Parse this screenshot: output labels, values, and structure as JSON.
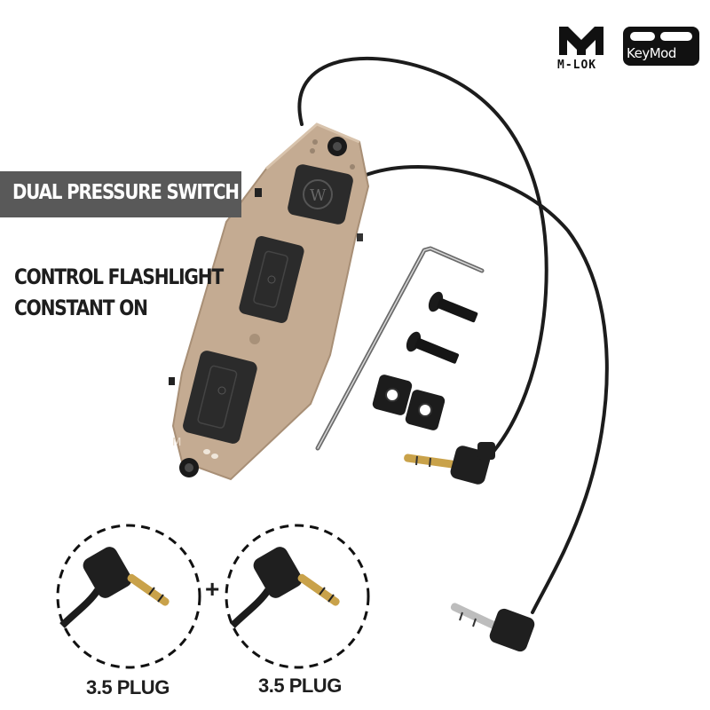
{
  "logos": {
    "mlok": {
      "label": "M-LOK"
    },
    "keymod": {
      "label": "KeyMod"
    }
  },
  "banner": {
    "title": "DUAL PRESSURE SWITCH"
  },
  "features": [
    {
      "line": "CONTROL FLASHLIGHT"
    },
    {
      "line": "CONSTANT ON"
    }
  ],
  "plugs": [
    {
      "label": "3.5 PLUG"
    },
    {
      "label": "3.5 PLUG"
    }
  ],
  "plus_sign": "+",
  "product": {
    "name": "Dual pressure switch",
    "body_color": "#c4ab92",
    "button_color": "#2b2b2b",
    "cable_color": "#1c1c1c",
    "plug_color": "#c9a24a",
    "accessories": [
      "hex key",
      "screw",
      "screw",
      "t-nut",
      "t-nut"
    ]
  },
  "colors": {
    "banner_bg": "#595959",
    "banner_text": "#ffffff",
    "text": "#1e1e1e",
    "background": "#ffffff"
  }
}
